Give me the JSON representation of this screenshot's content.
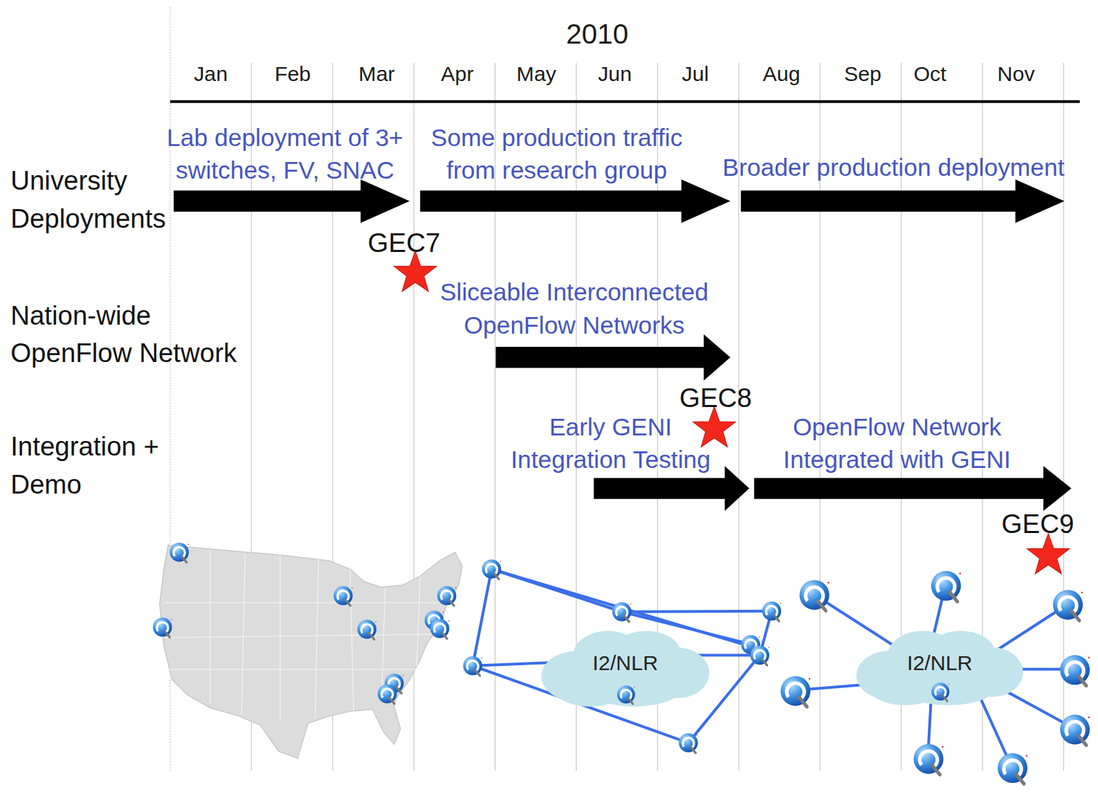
{
  "diagram": {
    "title": "2010",
    "nodes": [
      {
        "text": [
          "I2/NLR"
        ]
      },
      {
        "text": [
          "I2/NLR"
        ]
      }
    ],
    "labels": [
      "Jan",
      "Feb",
      "Mar",
      "Apr",
      "May",
      "Jun",
      "Jul",
      "Aug",
      "Sep",
      "Oct",
      "Nov",
      "University Deployments",
      "Nation-wide OpenFlow Network",
      "Integration + Demo",
      "Lab deployment of 3+ switches, FV, SNAC",
      "Some production traffic from research group",
      "Broader production deployment",
      "Sliceable Interconnected OpenFlow Networks",
      "Early GENI Integration Testing",
      "OpenFlow Network Integrated with GENI",
      "GEC7",
      "GEC8",
      "GEC9"
    ]
  }
}
